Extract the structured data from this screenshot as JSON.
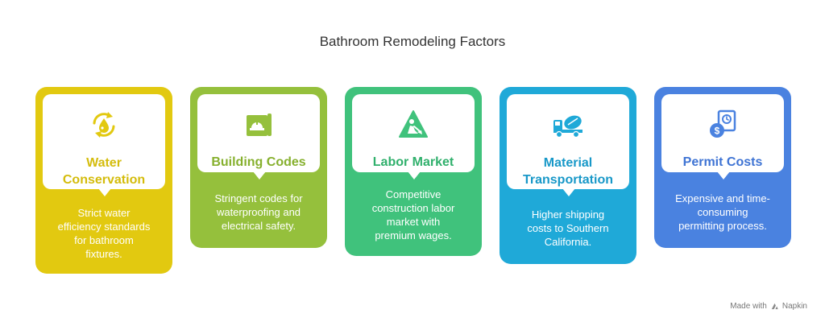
{
  "title": "Bathroom Remodeling Factors",
  "cards": [
    {
      "title_lines": [
        "Water",
        "Conservation"
      ],
      "desc_lines": [
        "Strict water",
        "efficiency standards",
        "for bathroom",
        "fixtures."
      ],
      "color": "#E2C910",
      "title_color": "#D4BC0C",
      "icon": "water-recycle-icon"
    },
    {
      "title_lines": [
        "Building Codes"
      ],
      "desc_lines": [
        "Stringent codes for",
        "waterproofing and",
        "electrical safety."
      ],
      "color": "#95C03C",
      "title_color": "#86B02E",
      "icon": "building-blueprint-icon"
    },
    {
      "title_lines": [
        "Labor Market"
      ],
      "desc_lines": [
        "Competitive",
        "construction labor",
        "market with",
        "premium wages."
      ],
      "color": "#40C27C",
      "title_color": "#30B06C",
      "icon": "construction-worker-sign-icon"
    },
    {
      "title_lines": [
        "Material",
        "Transportation"
      ],
      "desc_lines": [
        "Higher shipping",
        "costs to Southern",
        "California."
      ],
      "color": "#1FA9D8",
      "title_color": "#1898C8",
      "icon": "cement-truck-icon"
    },
    {
      "title_lines": [
        "Permit Costs"
      ],
      "desc_lines": [
        "Expensive and time-",
        "consuming",
        "permitting process."
      ],
      "color": "#4A82E0",
      "title_color": "#3F74D4",
      "icon": "permit-cost-document-icon"
    }
  ],
  "footer": {
    "made_with": "Made with",
    "brand": "Napkin",
    "icon": "napkin-logo-icon"
  }
}
